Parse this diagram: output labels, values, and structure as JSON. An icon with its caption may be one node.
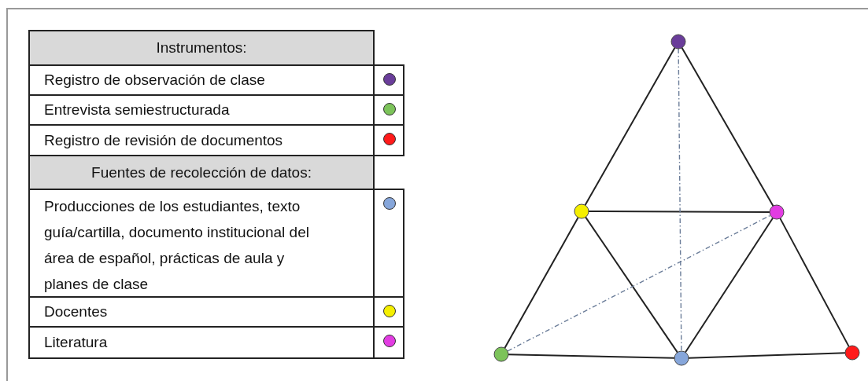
{
  "diagram": {
    "nodes": [
      {
        "text": [],
        "shape": "circle"
      },
      {
        "text": [],
        "shape": "circle"
      },
      {
        "text": [],
        "shape": "circle"
      },
      {
        "text": [],
        "shape": "circle"
      },
      {
        "text": [],
        "shape": "circle"
      },
      {
        "text": [],
        "shape": "circle"
      }
    ],
    "edges": [
      {
        "from": 0,
        "to": 1,
        "arrow": "none"
      },
      {
        "from": 0,
        "to": 2,
        "arrow": "none"
      },
      {
        "from": 1,
        "to": 3,
        "arrow": "none"
      },
      {
        "from": 2,
        "to": 5,
        "arrow": "none"
      },
      {
        "from": 1,
        "to": 2,
        "arrow": "none"
      },
      {
        "from": 1,
        "to": 4,
        "arrow": "none"
      },
      {
        "from": 2,
        "to": 4,
        "arrow": "none"
      },
      {
        "from": 3,
        "to": 4,
        "arrow": "none"
      },
      {
        "from": 4,
        "to": 5,
        "arrow": "none"
      },
      {
        "from": 0,
        "to": 4,
        "arrow": "none",
        "style": "dashed",
        "color": "#6b7d99"
      },
      {
        "from": 3,
        "to": 2,
        "arrow": "none",
        "style": "dashed",
        "color": "#6b7d99"
      }
    ],
    "labels": [
      "Instrumentos:",
      "Fuentes de recolección de datos:"
    ],
    "legend": [
      {
        "text": "Registro de observación de clase",
        "color": "#6a3d9a"
      },
      {
        "text": "Entrevista semiestructurada",
        "color": "#7cc35a"
      },
      {
        "text": "Registro de revisión de documentos",
        "color": "#ff1a1a"
      },
      {
        "text": "Producciones de los estudiantes, texto guía/cartilla, documento institucional del área de español, prácticas de aula y planes de clase",
        "color": "#86a6da"
      },
      {
        "text": "Docentes",
        "color": "#f5ef00"
      },
      {
        "text": "Literatura",
        "color": "#e23ce2"
      }
    ]
  }
}
